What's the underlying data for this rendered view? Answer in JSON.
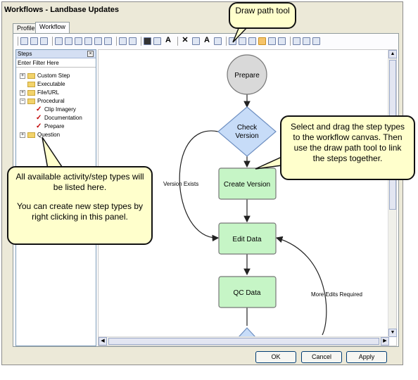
{
  "window": {
    "title": "Workflows - Landbase Updates"
  },
  "tabs": [
    {
      "label": "Profile"
    },
    {
      "label": "Workflow"
    }
  ],
  "steps_panel": {
    "title": "Steps",
    "filter_placeholder": "Enter Filter Here",
    "tree": [
      {
        "label": "Custom Step",
        "type": "folder",
        "expandable": true
      },
      {
        "label": "Executable",
        "type": "folder",
        "expandable": false
      },
      {
        "label": "File/URL",
        "type": "folder",
        "expandable": true
      },
      {
        "label": "Procedural",
        "type": "folder",
        "expandable": true
      },
      {
        "label": "Clip Imagery",
        "type": "step"
      },
      {
        "label": "Documentation",
        "type": "step"
      },
      {
        "label": "Prepare",
        "type": "step"
      },
      {
        "label": "Question",
        "type": "folder",
        "expandable": true
      }
    ]
  },
  "workflow": {
    "nodes": [
      {
        "id": "prepare",
        "label": "Prepare",
        "shape": "circle"
      },
      {
        "id": "check",
        "label": "Check Version",
        "shape": "diamond"
      },
      {
        "id": "create",
        "label": "Create Version",
        "shape": "rect"
      },
      {
        "id": "edit",
        "label": "Edit Data",
        "shape": "rect"
      },
      {
        "id": "qc",
        "label": "QC Data",
        "shape": "rect"
      }
    ],
    "edge_labels": {
      "version_exists": "Version Exists",
      "more_edits": "More Edits Required"
    }
  },
  "callouts": {
    "draw_path": "Draw path tool",
    "select_drag": "Select and drag the step types to the workflow canvas. Then use the draw path tool to link the steps together.",
    "available_line1": "All available activity/step types will be listed here.",
    "available_line2": "You can create new step types by right clicking in this panel."
  },
  "buttons": {
    "ok": "OK",
    "cancel": "Cancel",
    "apply": "Apply"
  },
  "colors": {
    "green_node": "#c6f5c6",
    "blue_node": "#c7dcf8",
    "grey_node": "#d9d9d9",
    "callout_fill": "#ffffcc",
    "check_mark": "#c00000"
  }
}
